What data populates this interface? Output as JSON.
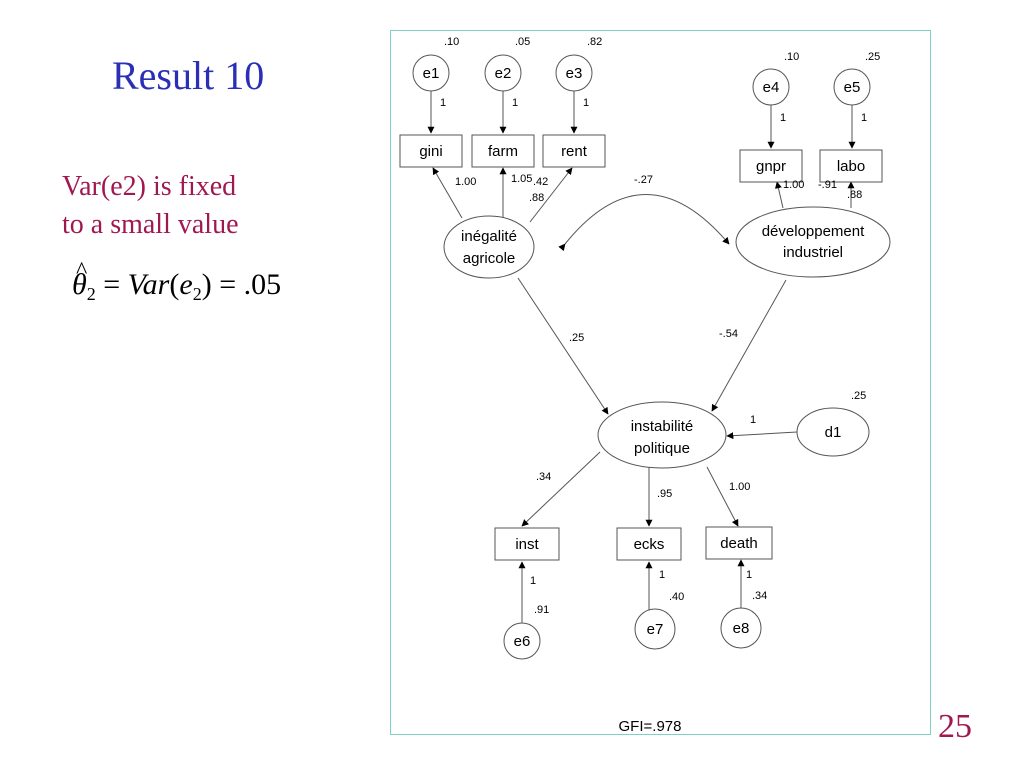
{
  "slide": {
    "title": "Result 10",
    "caption_line1": "Var(e2) is fixed",
    "caption_line2": "to a small value",
    "formula": {
      "theta": "θ",
      "hat": "^",
      "theta_sub": "2",
      "eq1": " = ",
      "var": "Var",
      "open": "(",
      "e": "e",
      "e_sub": "2",
      "close": ")",
      "eq2": " = ",
      "value": ".05"
    },
    "page_number": "25"
  },
  "diagram": {
    "fit": "GFI=.978",
    "errors": [
      {
        "label": "e1",
        "variance": ".10",
        "path": "1"
      },
      {
        "label": "e2",
        "variance": ".05",
        "path": "1"
      },
      {
        "label": "e3",
        "variance": ".82",
        "path": "1"
      },
      {
        "label": "e4",
        "variance": ".10",
        "path": "1"
      },
      {
        "label": "e5",
        "variance": ".25",
        "path": "1"
      },
      {
        "label": "e6",
        "variance": ".91",
        "path": "1"
      },
      {
        "label": "e7",
        "variance": ".40",
        "path": "1"
      },
      {
        "label": "e8",
        "variance": ".34",
        "path": "1"
      },
      {
        "label": "d1",
        "variance": ".25",
        "path": "1"
      }
    ],
    "indicators": [
      "gini",
      "farm",
      "rent",
      "gnpr",
      "labo",
      "inst",
      "ecks",
      "death"
    ],
    "factors": {
      "inegalite_line1": "inégalité",
      "inegalite_line2": "agricole",
      "developpement_line1": "développement",
      "developpement_line2": "industriel",
      "instabilite_line1": "instabilité",
      "instabilite_line2": "politique"
    },
    "loadings": {
      "gini": "1.00",
      "farm": "1.05",
      "rent": ".42",
      "inegalite_variance": ".88",
      "gnpr": "1.00",
      "labo": "-.91",
      "developpement_variance": ".88",
      "inst": ".34",
      "ecks": ".95",
      "death": "1.00"
    },
    "paths": {
      "covariance": "-.27",
      "inegalite_to_instabilite": ".25",
      "developpement_to_instabilite": "-.54"
    }
  }
}
